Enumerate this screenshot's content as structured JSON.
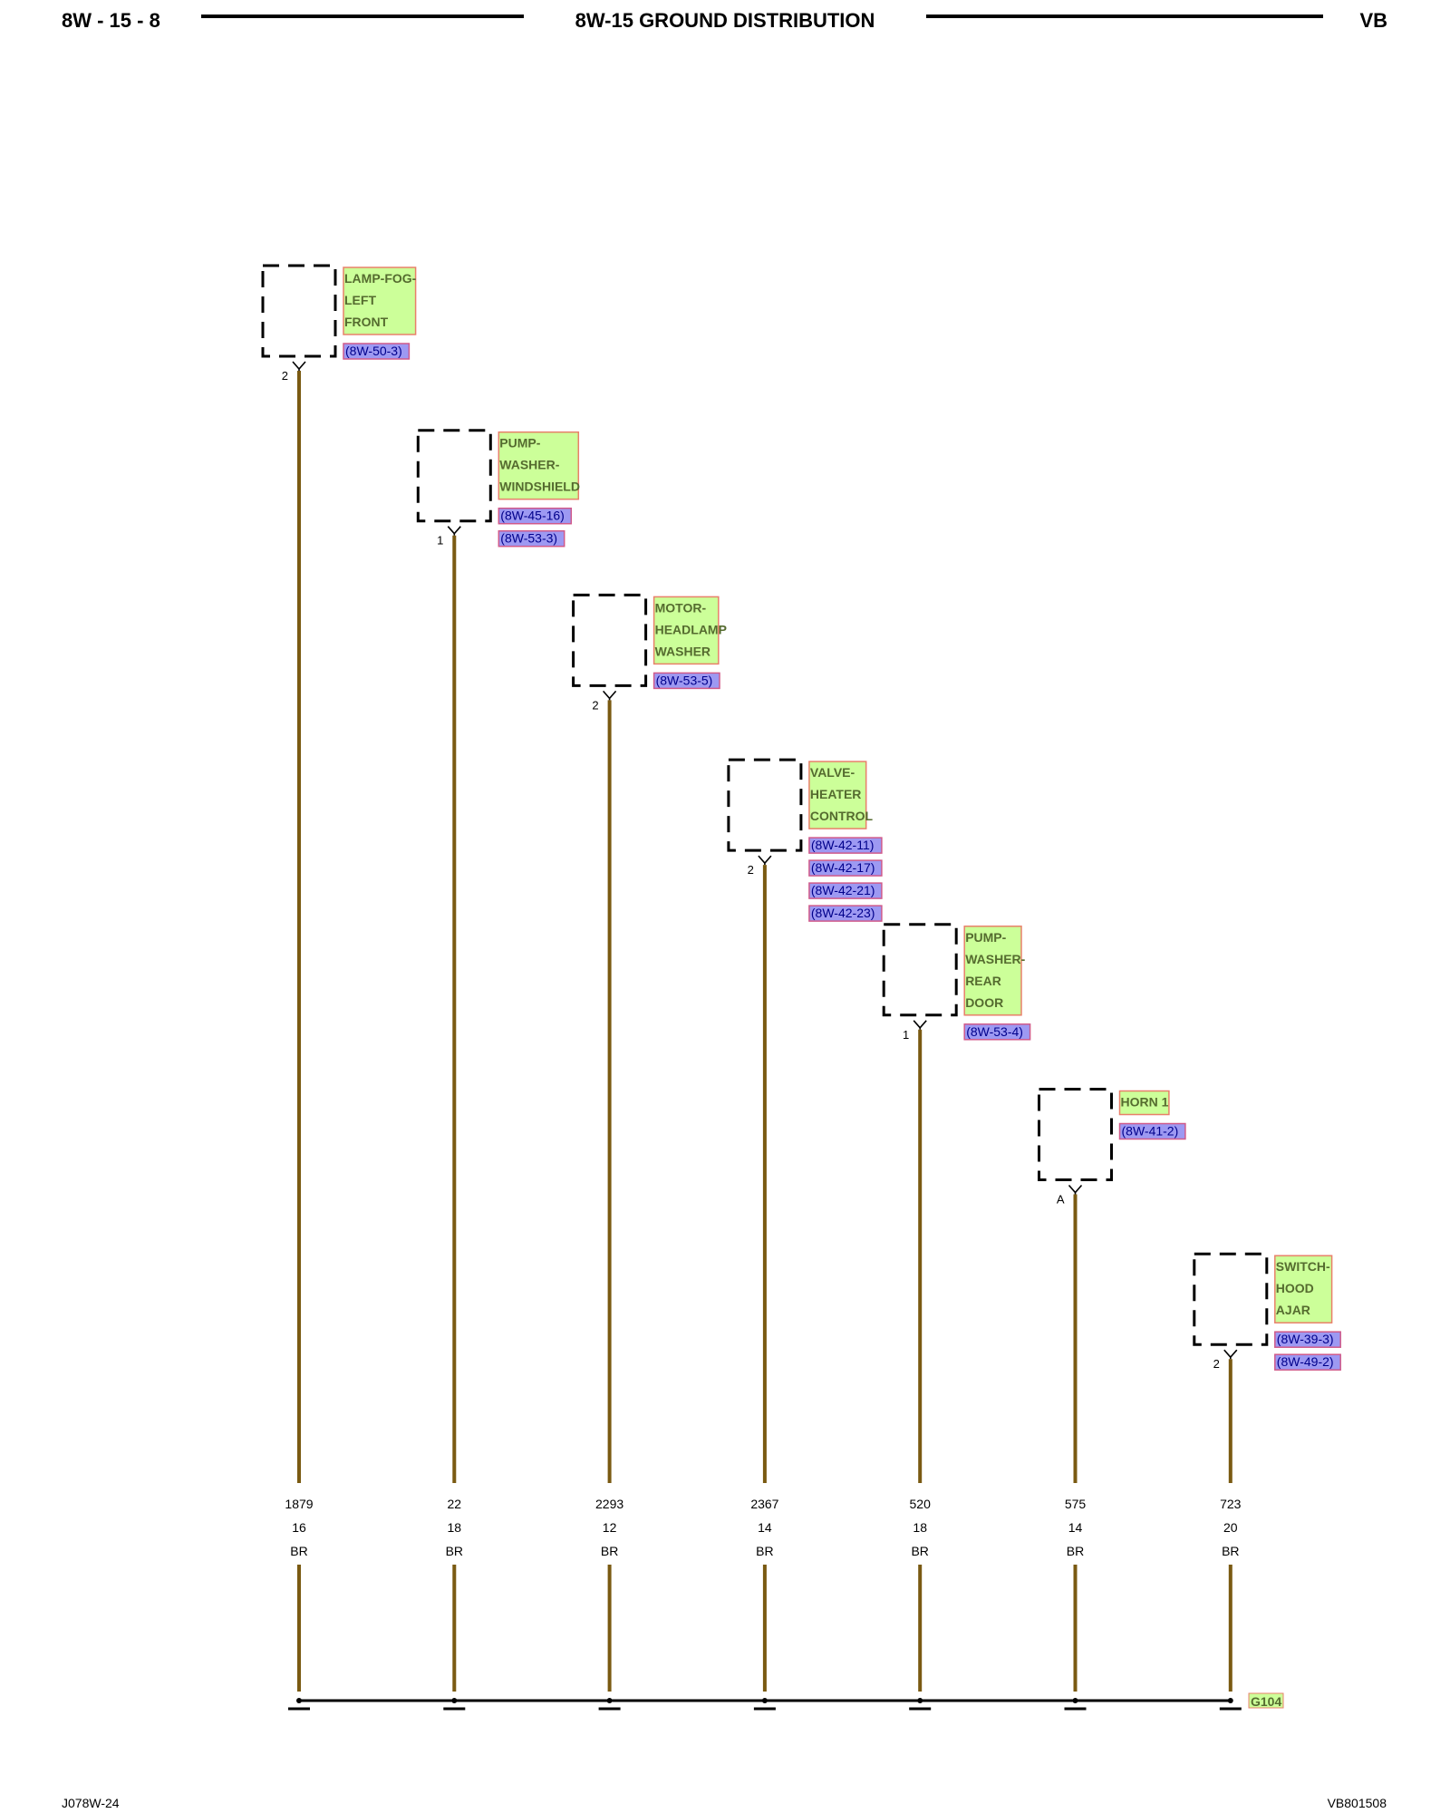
{
  "header": {
    "page_id": "8W - 15 - 8",
    "title": "8W-15 GROUND DISTRIBUTION",
    "vehicle_code": "VB"
  },
  "footer": {
    "left_code": "J078W-24",
    "right_code": "VB801508"
  },
  "ground": {
    "label": "G104"
  },
  "colors": {
    "wire": "#7a5a12",
    "label_fill": "#ccff99",
    "label_border": "#e8806a",
    "ref_fill": "#9d99f2",
    "ref_border": "#d05a8a",
    "label_text": "#556b2f",
    "ref_text": "#00008b"
  },
  "components": [
    {
      "name": [
        "LAMP-FOG-",
        "LEFT",
        "FRONT"
      ],
      "refs": [
        "(8W-50-3)"
      ],
      "pin": "2",
      "wire": {
        "circuit": "1879",
        "gauge": "16",
        "color": "BR"
      }
    },
    {
      "name": [
        "PUMP-",
        "WASHER-",
        "WINDSHIELD"
      ],
      "refs": [
        "(8W-45-16)",
        "(8W-53-3)"
      ],
      "pin": "1",
      "wire": {
        "circuit": "22",
        "gauge": "18",
        "color": "BR"
      }
    },
    {
      "name": [
        "MOTOR-",
        "HEADLAMP",
        "WASHER"
      ],
      "refs": [
        "(8W-53-5)"
      ],
      "pin": "2",
      "wire": {
        "circuit": "2293",
        "gauge": "12",
        "color": "BR"
      }
    },
    {
      "name": [
        "VALVE-",
        "HEATER",
        "CONTROL"
      ],
      "refs": [
        "(8W-42-11)",
        "(8W-42-17)",
        "(8W-42-21)",
        "(8W-42-23)"
      ],
      "pin": "2",
      "wire": {
        "circuit": "2367",
        "gauge": "14",
        "color": "BR"
      }
    },
    {
      "name": [
        "PUMP-",
        "WASHER-",
        "REAR",
        "DOOR"
      ],
      "refs": [
        "(8W-53-4)"
      ],
      "pin": "1",
      "wire": {
        "circuit": "520",
        "gauge": "18",
        "color": "BR"
      }
    },
    {
      "name": [
        "HORN 1"
      ],
      "refs": [
        "(8W-41-2)"
      ],
      "pin": "A",
      "wire": {
        "circuit": "575",
        "gauge": "14",
        "color": "BR"
      }
    },
    {
      "name": [
        "SWITCH-",
        "HOOD",
        "AJAR"
      ],
      "refs": [
        "(8W-39-3)",
        "(8W-49-2)"
      ],
      "pin": "2",
      "wire": {
        "circuit": "723",
        "gauge": "20",
        "color": "BR"
      }
    }
  ]
}
